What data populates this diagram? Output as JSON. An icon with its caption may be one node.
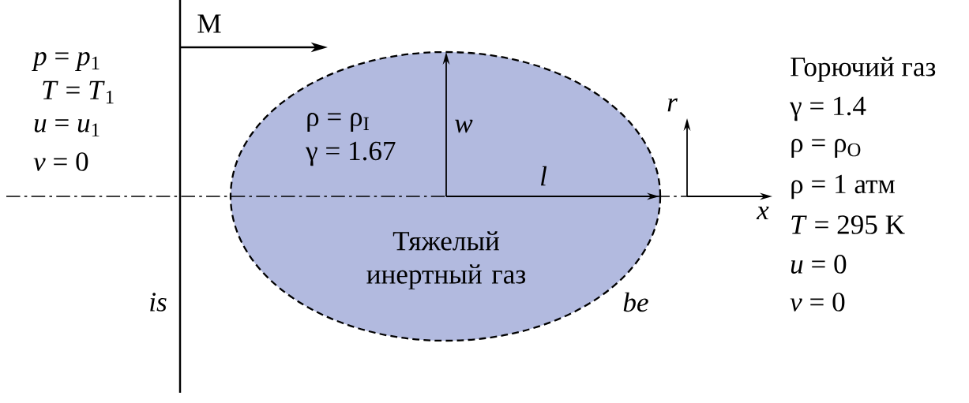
{
  "diagram": {
    "nodes": [
      {
        "text": [
          "Тяжелый инертный газ"
        ]
      }
    ],
    "labels": [
      "M",
      "*p* = *p*$_{1}$",
      "*T* = *T*$_{1}$",
      "*u* = *u*$_{1}$",
      "*v* = 0",
      "ρ = ρ$_{I}$",
      "γ = 1.67",
      "w",
      "r",
      "l",
      "x",
      "is",
      "be",
      "Горючий газ",
      "γ = 1.4",
      "ρ = ρ$_{O}$",
      "ρ = 1 атм",
      "*T* = 295 K",
      "*u* = 0",
      "*v* = 0"
    ]
  }
}
